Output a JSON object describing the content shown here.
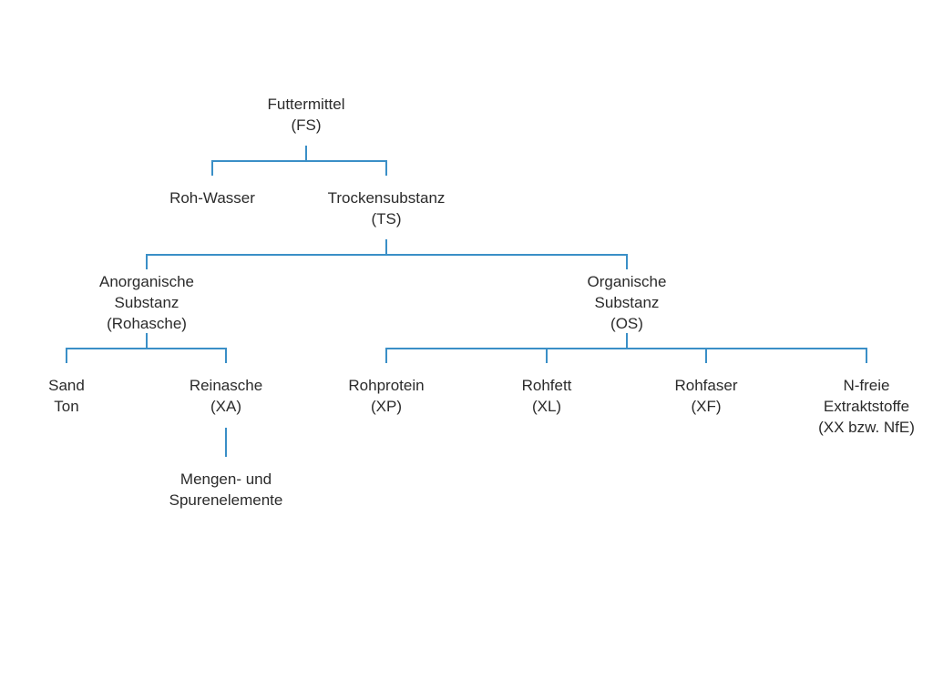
{
  "nodes": {
    "futtermittel": {
      "line1": "Futtermittel",
      "line2": "(FS)"
    },
    "roh_wasser": {
      "line1": "Roh-Wasser"
    },
    "trockensubstanz": {
      "line1": "Trockensubstanz",
      "line2": "(TS)"
    },
    "anorganische": {
      "line1": "Anorganische",
      "line2": "Substanz",
      "line3": "(Rohasche)"
    },
    "organische": {
      "line1": "Organische",
      "line2": "Substanz",
      "line3": "(OS)"
    },
    "sand_ton": {
      "line1": "Sand",
      "line2": "Ton"
    },
    "reinasche": {
      "line1": "Reinasche",
      "line2": "(XA)"
    },
    "mengen": {
      "line1": "Mengen- und",
      "line2": "Spurenelemente"
    },
    "rohprotein": {
      "line1": "Rohprotein",
      "line2": "(XP)"
    },
    "rohfett": {
      "line1": "Rohfett",
      "line2": "(XL)"
    },
    "rohfaser": {
      "line1": "Rohfaser",
      "line2": "(XF)"
    },
    "n_freie": {
      "line1": "N-freie",
      "line2": "Extraktstoffe",
      "line3": "(XX bzw. NfE)"
    }
  },
  "colors": {
    "connector": "#3a8fc7",
    "text": "#2b2b2b",
    "background": "#ffffff"
  }
}
